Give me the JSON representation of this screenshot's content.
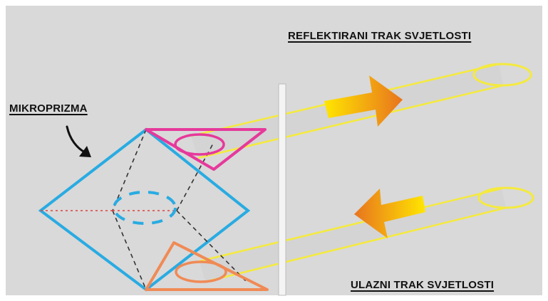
{
  "labels": {
    "reflected": "REFLEKTIRANI TRAK SVJETLOSTI",
    "microprism": "MIKROPRIZMA",
    "incoming": "ULAZNI TRAK SVJETLOSTI"
  },
  "icons": {
    "callout_arrow": "curved-arrow-icon",
    "reflected_direction": "arrow-right-icon",
    "incoming_direction": "arrow-left-icon"
  },
  "colors": {
    "background_gray": "#d9d9d9",
    "prism_edges": "#29abe2",
    "reflected_triangle": "#e6399b",
    "incoming_triangle": "#f08a55",
    "light_beam": "#f5ea3d",
    "hidden_edges": "#333333",
    "axis_line": "#e04040",
    "arrow_start": "#ffe600",
    "arrow_end": "#e8741e"
  }
}
